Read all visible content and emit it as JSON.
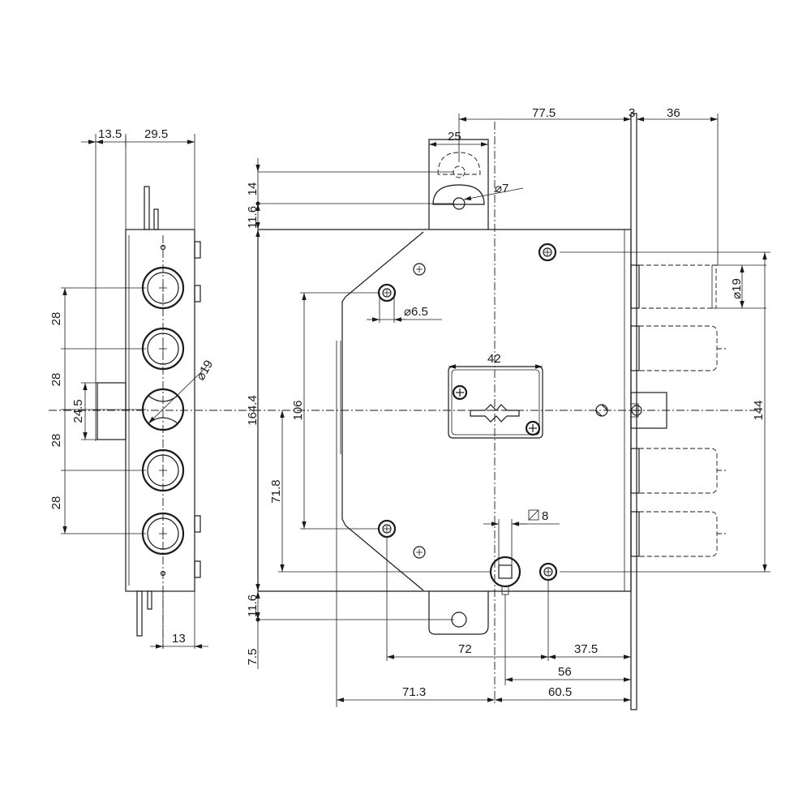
{
  "dims": {
    "side_top_left": "13.5",
    "side_top_right": "29.5",
    "side_pitch_1": "28",
    "side_pitch_2": "28",
    "side_pitch_3": "28",
    "side_pitch_4": "28",
    "side_cylinder_offset": "24.5",
    "side_bolt_dia": "19",
    "side_bottom": "13",
    "top_77_5": "77.5",
    "top_3": "3",
    "top_36": "36",
    "top_25": "25",
    "hole_dia_7": "7",
    "dim_14": "14",
    "dim_11_6_top": "11.6",
    "hole_dia_6_5": "6.5",
    "dim_164_4": "164.4",
    "dim_106": "106",
    "dim_71_8": "71.8",
    "keyhole_42": "42",
    "bolt_dia_19": "19",
    "dim_144": "144",
    "square_8": "8",
    "dim_11_6_bottom": "11.6",
    "dim_7_5": "7.5",
    "dim_72": "72",
    "dim_37_5": "37.5",
    "dim_56": "56",
    "dim_71_3": "71.3",
    "dim_60_5": "60.5"
  }
}
